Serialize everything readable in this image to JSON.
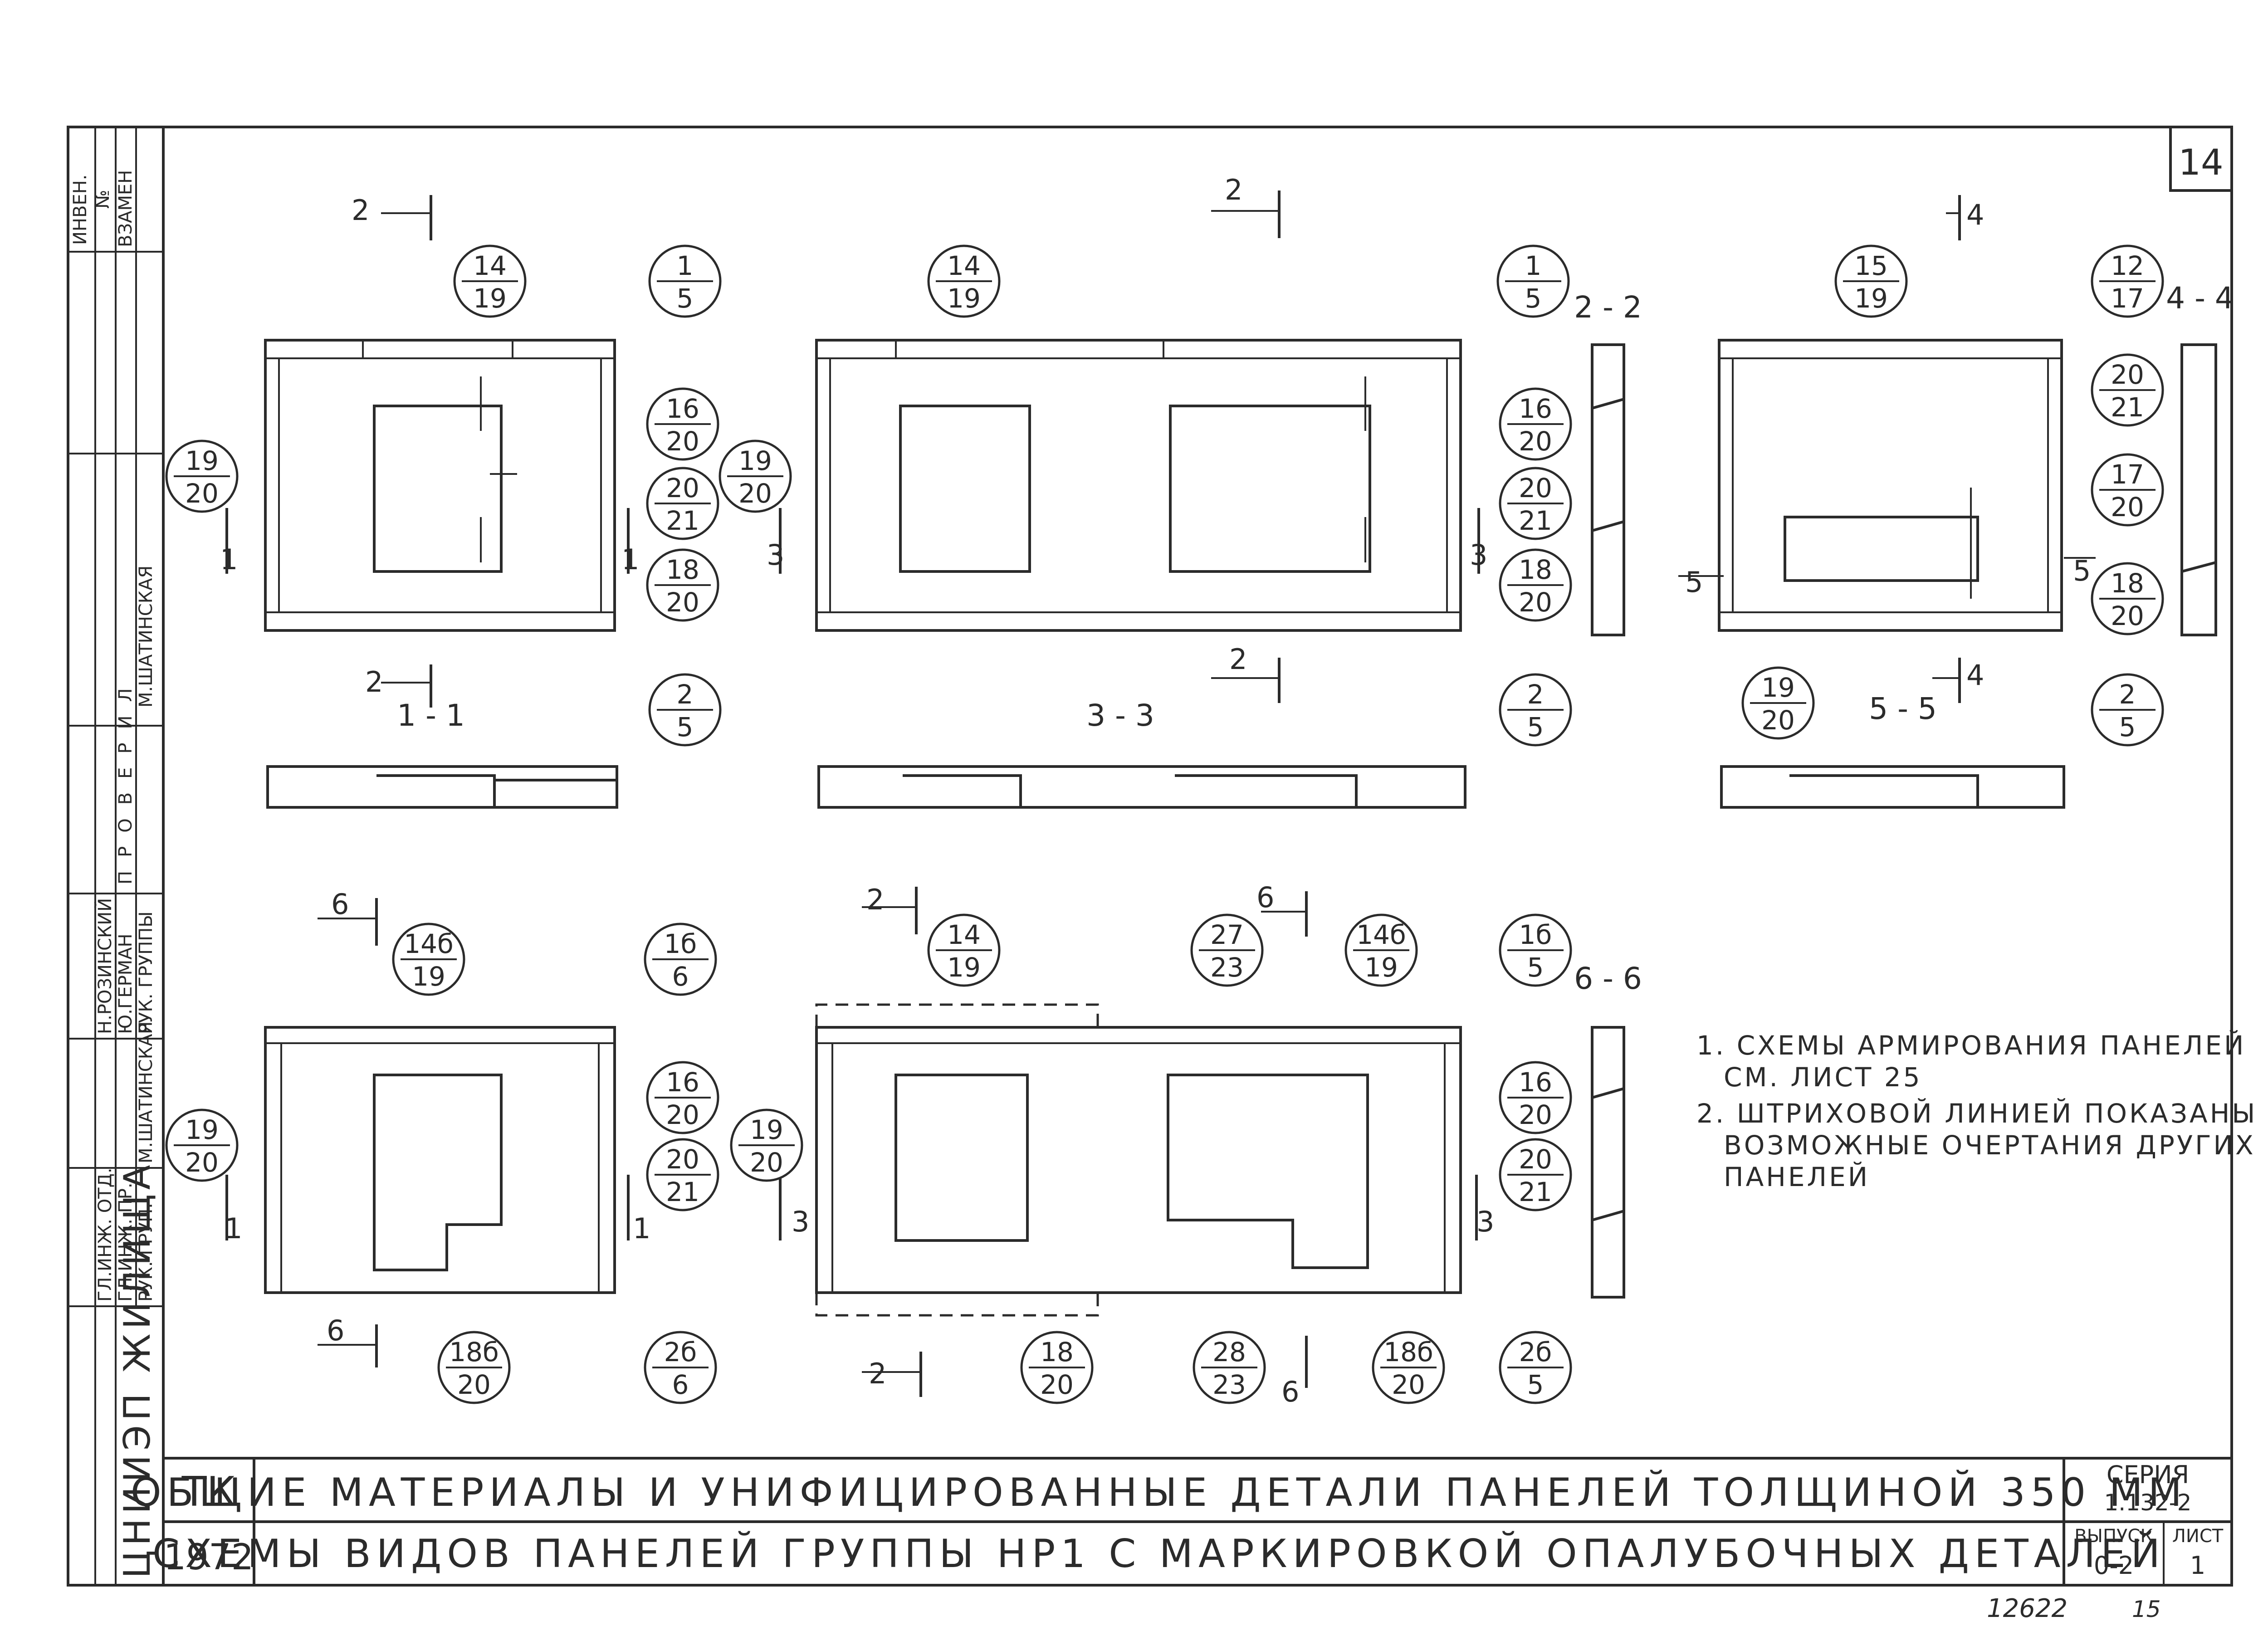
{
  "sheet": {
    "page_number": "14",
    "bottom_number": "12622",
    "bottom_number_2": "15"
  },
  "side_stamp": {
    "inv": "ИНВЕН.",
    "no": "№",
    "vzamen": "ВЗАМЕН",
    "proveril": "ПРОВЕРИЛ",
    "ruk_grupp_1": "РУК. ГРУППЫ",
    "shatinskaya_1": "М.ШАТИНСКАЯ",
    "gl_inzh": "ГЛ.ИНЖ. ОТД.",
    "gl_inzh_pr": "ГЛ.ИНЖ. ПР.",
    "ruk_grup_2": "РУК. ГРУП.",
    "name_1": "Н.РОЗИНСКИЙ",
    "name_2": "Ю.ГЕРМАН",
    "name_3": "М.ШАТИНСКАЯ",
    "org": "ЦНИИЭП ЖИЛИЩА"
  },
  "marks": {
    "m1": [
      "14",
      "19"
    ],
    "m2": [
      "1",
      "5"
    ],
    "m3": [
      "16",
      "20"
    ],
    "m4": [
      "19",
      "20"
    ],
    "m5": [
      "20",
      "21"
    ],
    "m6": [
      "18",
      "20"
    ],
    "m7": [
      "2",
      "5"
    ],
    "m8": [
      "14",
      "19"
    ],
    "m9": [
      "1",
      "5"
    ],
    "m10": [
      "16",
      "20"
    ],
    "m11": [
      "19",
      "20"
    ],
    "m12": [
      "20",
      "21"
    ],
    "m13": [
      "18",
      "20"
    ],
    "m14": [
      "2",
      "5"
    ],
    "m15": [
      "15",
      "19"
    ],
    "m16": [
      "12",
      "17"
    ],
    "m17": [
      "20",
      "21"
    ],
    "m18": [
      "17",
      "20"
    ],
    "m19": [
      "18",
      "20"
    ],
    "m20": [
      "19",
      "20"
    ],
    "m21": [
      "2",
      "5"
    ],
    "m22": [
      "14б",
      "19"
    ],
    "m23": [
      "1б",
      "6"
    ],
    "m24": [
      "16",
      "20"
    ],
    "m25": [
      "19",
      "20"
    ],
    "m26": [
      "20",
      "21"
    ],
    "m27": [
      "18б",
      "20"
    ],
    "m28": [
      "2б",
      "6"
    ],
    "m29": [
      "14",
      "19"
    ],
    "m30": [
      "27",
      "23"
    ],
    "m31": [
      "14б",
      "19"
    ],
    "m32": [
      "1б",
      "5"
    ],
    "m33": [
      "16",
      "20"
    ],
    "m34": [
      "19",
      "20"
    ],
    "m35": [
      "20",
      "21"
    ],
    "m36": [
      "18",
      "20"
    ],
    "m37": [
      "28",
      "23"
    ],
    "m38": [
      "18б",
      "20"
    ],
    "m39": [
      "2б",
      "5"
    ]
  },
  "sections": {
    "s11": "1 - 1",
    "s22": "2 - 2",
    "s33": "3 - 3",
    "s44": "4 - 4",
    "s55": "5 - 5",
    "s66": "6 - 6"
  },
  "cuts": {
    "c_2": "2",
    "c_1": "1",
    "c_3": "3",
    "c_4": "4",
    "c_5": "5",
    "c_6": "6"
  },
  "notes": {
    "n1_l1": "1. СХЕМЫ АРМИРОВАНИЯ ПАНЕЛЕЙ",
    "n1_l2": "СМ. ЛИСТ 25",
    "n2_l1": "2. ШТРИХОВОЙ ЛИНИЕЙ ПОКАЗАНЫ",
    "n2_l2": "ВОЗМОЖНЫЕ ОЧЕРТАНИЯ ДРУГИХ",
    "n2_l3": "ПАНЕЛЕЙ"
  },
  "title_block": {
    "tk": "ТК",
    "year": "1972",
    "title_1": "ОБЩИЕ МАТЕРИАЛЫ И УНИФИЦИРОВАННЫЕ ДЕТАЛИ ПАНЕЛЕЙ ТОЛЩИНОЙ 350 ММ",
    "title_2": "СХЕМЫ ВИДОВ ПАНЕЛЕЙ ГРУППЫ НР1 С МАРКИРОВКОЙ ОПАЛУБОЧНЫХ ДЕТАЛЕЙ",
    "seriya_label": "СЕРИЯ",
    "seriya_value": "1.132-2",
    "vypusk_label": "ВЫПУСК",
    "vypusk_value": "0-2",
    "list_label": "ЛИСТ",
    "list_value": "1"
  }
}
